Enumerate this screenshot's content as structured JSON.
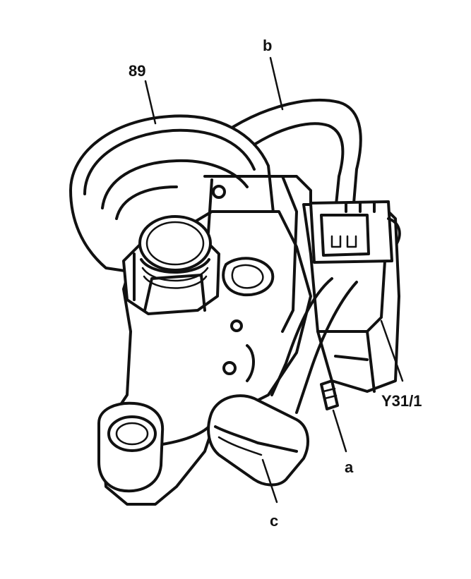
{
  "labels": {
    "part_89": "89",
    "part_b": "b",
    "part_y31": "Y31/1",
    "part_a": "a",
    "part_c": "c"
  }
}
